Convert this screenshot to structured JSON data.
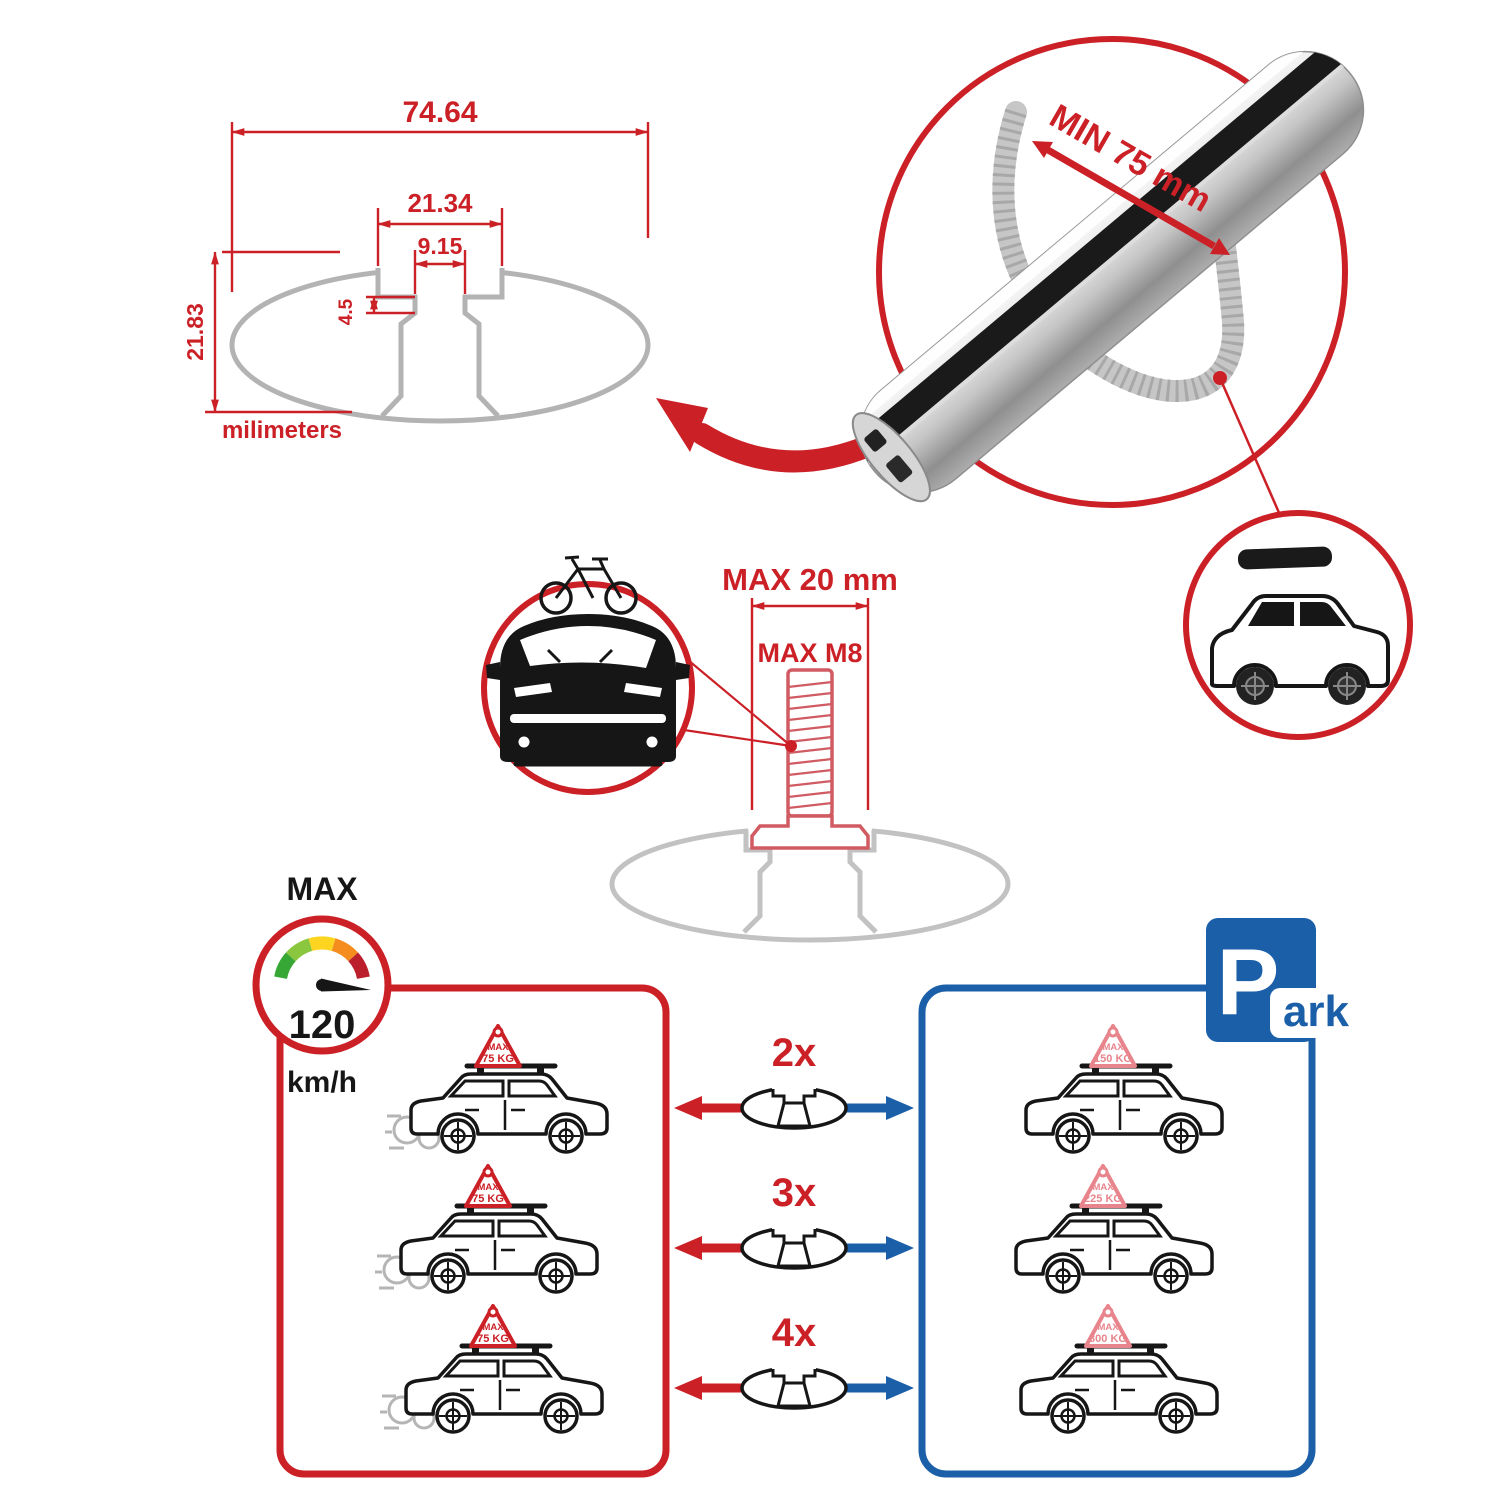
{
  "colors": {
    "red": "#cc2027",
    "blue": "#1b5fa8",
    "gray": "#b3b3b3",
    "black": "#161616",
    "pink": "#e8848c"
  },
  "profile": {
    "dim_total_width": "74.64",
    "dim_slot_outer": "21.34",
    "dim_slot_inner": "9.15",
    "dim_lip_depth": "4.5",
    "dim_height": "21.83",
    "unit_label": "milimeters"
  },
  "clamp": {
    "min_span_label": "MIN 75 mm"
  },
  "bolt": {
    "max_width_label": "MAX 20 mm",
    "max_thread_label": "MAX M8"
  },
  "speed": {
    "max_label": "MAX",
    "value": "120",
    "unit": "km/h"
  },
  "multipliers": [
    "2x",
    "3x",
    "4x"
  ],
  "driving": {
    "rows": [
      {
        "sign_line1": "MAX",
        "sign_line2": "75 KG"
      },
      {
        "sign_line1": "MAX",
        "sign_line2": "75 KG"
      },
      {
        "sign_line1": "MAX",
        "sign_line2": "75 KG"
      }
    ]
  },
  "parked": {
    "rows": [
      {
        "sign_line1": "MAX",
        "sign_line2": "150 KG"
      },
      {
        "sign_line1": "MAX",
        "sign_line2": "225 KG"
      },
      {
        "sign_line1": "MAX",
        "sign_line2": "300 KG"
      }
    ]
  },
  "park_sign": {
    "letter": "P",
    "suffix": "ark"
  }
}
